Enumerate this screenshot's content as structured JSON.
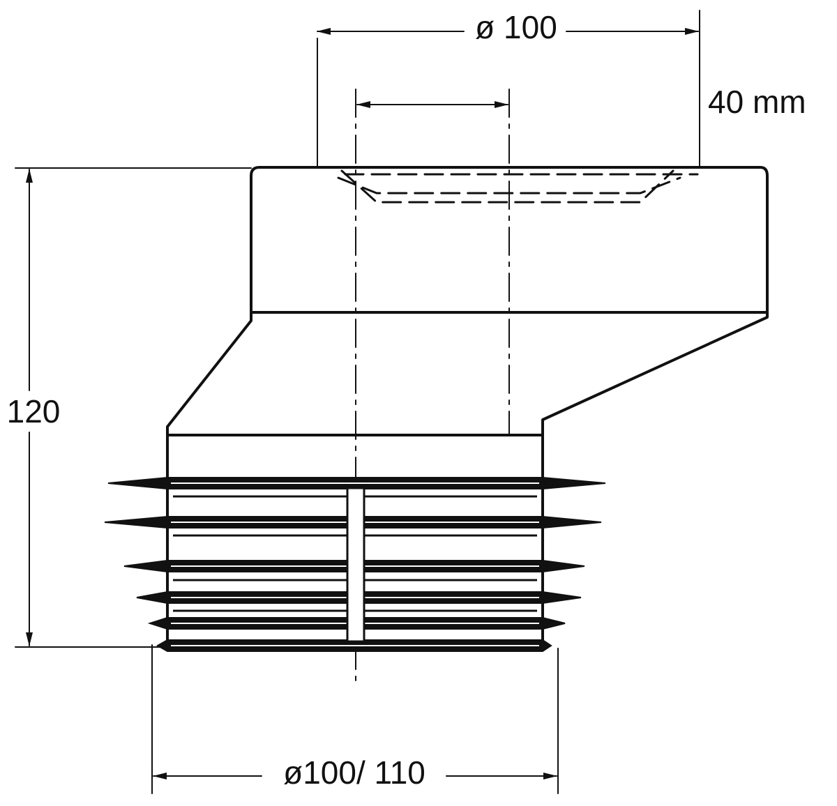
{
  "diagram": {
    "dimensions": {
      "top_diameter": "ø 100",
      "offset": "40 mm",
      "height": "120",
      "bottom_diameter": "ø100/ 110"
    },
    "colors": {
      "line": "#111111",
      "background": "#ffffff"
    }
  }
}
